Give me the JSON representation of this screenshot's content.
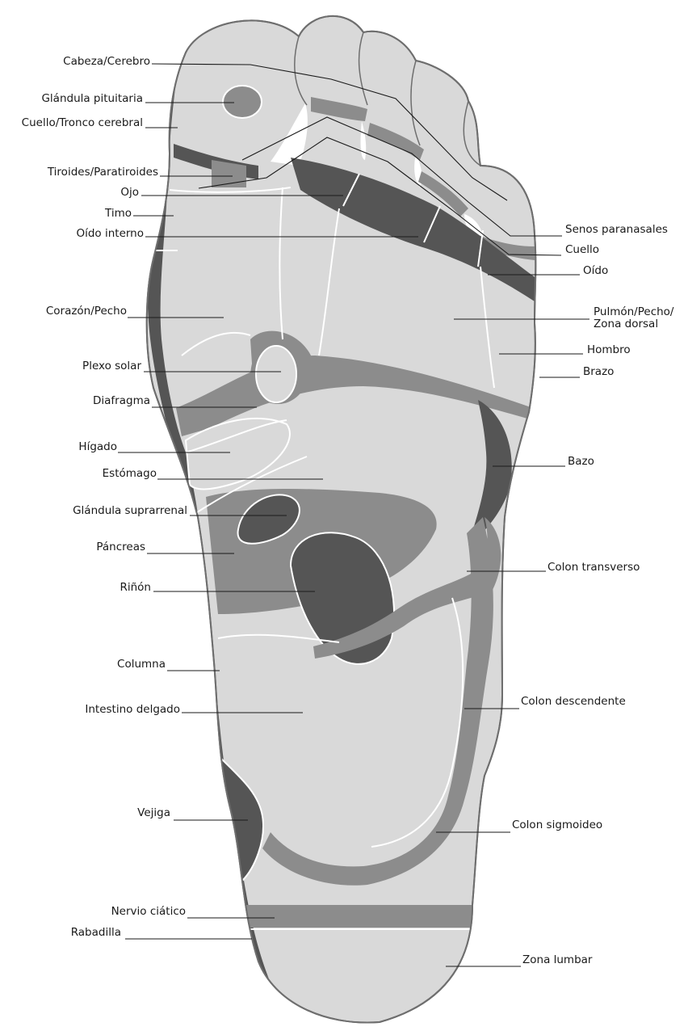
{
  "diagram": {
    "labels_left": {
      "cabeza": "Cabeza/Cerebro",
      "pituitaria": "Glándula pituitaria",
      "cuello_tronco": "Cuello/Tronco cerebral",
      "tiroides": "Tiroides/Paratiroides",
      "ojo": "Ojo",
      "timo": "Timo",
      "oido_interno": "Oído interno",
      "corazon": "Corazón/Pecho",
      "plexo": "Plexo solar",
      "diafragma": "Diafragma",
      "higado": "Hígado",
      "estomago": "Estómago",
      "suprarrenal": "Glándula suprarrenal",
      "pancreas": "Páncreas",
      "rinon": "Riñón",
      "columna": "Columna",
      "intestino": "Intestino delgado",
      "vejiga": "Vejiga",
      "nervio": "Nervio ciático",
      "rabadilla": "Rabadilla"
    },
    "labels_right": {
      "senos": "Senos paranasales",
      "cuello": "Cuello",
      "oido": "Oído",
      "pulmon_1": "Pulmón/Pecho/",
      "pulmon_2": "Zona dorsal",
      "hombro": "Hombro",
      "brazo": "Brazo",
      "bazo": "Bazo",
      "colon_transverso": "Colon transverso",
      "colon_descendente": "Colon descendente",
      "colon_sigmoideo": "Colon sigmoideo",
      "zona_lumbar": "Zona lumbar"
    },
    "colors": {
      "light_zone": "#d9d9d9",
      "mid_zone": "#8c8c8c",
      "dark_zone": "#555555",
      "outline": "#6e6e6e"
    }
  }
}
